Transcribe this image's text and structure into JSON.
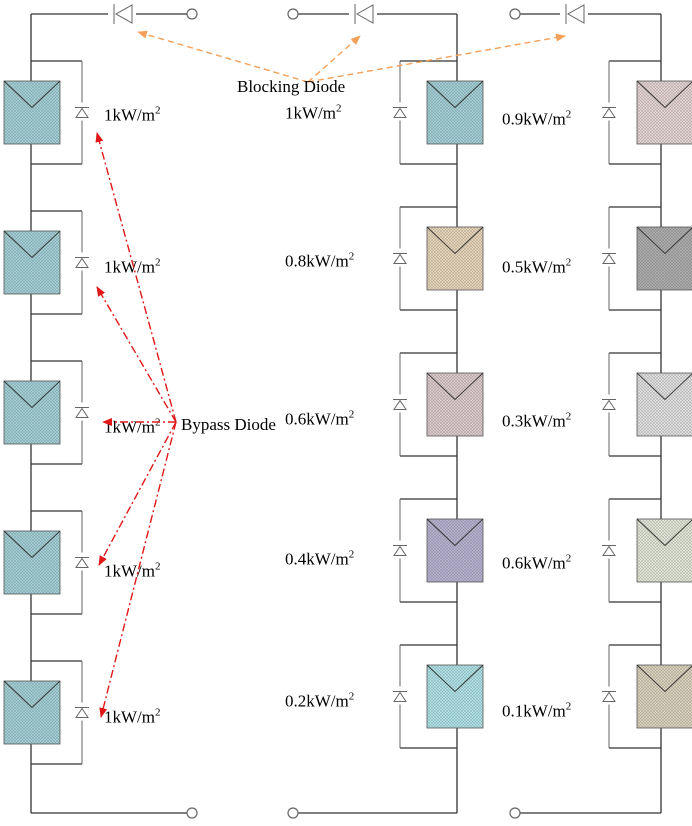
{
  "annotations": {
    "blocking_diode": "Blocking Diode",
    "bypass_diode": "Bypass Diode"
  },
  "strings": [
    {
      "panels": [
        {
          "irradiance": "1kW/m",
          "exp": "2",
          "color": "#8dcbd3"
        },
        {
          "irradiance": "1kW/m",
          "exp": "2",
          "color": "#8dcbd3"
        },
        {
          "irradiance": "1kW/m",
          "exp": "2",
          "color": "#8dcbd3"
        },
        {
          "irradiance": "1kW/m",
          "exp": "2",
          "color": "#8dcbd3"
        },
        {
          "irradiance": "1kW/m",
          "exp": "2",
          "color": "#8dcbd3"
        }
      ]
    },
    {
      "panels": [
        {
          "irradiance": "1kW/m",
          "exp": "2",
          "color": "#8dcbd3"
        },
        {
          "irradiance": "0.8kW/m",
          "exp": "2",
          "color": "#e9d2ac"
        },
        {
          "irradiance": "0.6kW/m",
          "exp": "2",
          "color": "#dbc3c6"
        },
        {
          "irradiance": "0.4kW/m",
          "exp": "2",
          "color": "#a8a3cb"
        },
        {
          "irradiance": "0.2kW/m",
          "exp": "2",
          "color": "#9ee4ea"
        }
      ]
    },
    {
      "panels": [
        {
          "irradiance": "0.9kW/m",
          "exp": "2",
          "color": "#e6cfcf"
        },
        {
          "irradiance": "0.5kW/m",
          "exp": "2",
          "color": "#9b9b9b"
        },
        {
          "irradiance": "0.3kW/m",
          "exp": "2",
          "color": "#e0e0e0"
        },
        {
          "irradiance": "0.6kW/m",
          "exp": "2",
          "color": "#e1e8d3"
        },
        {
          "irradiance": "0.1kW/m",
          "exp": "2",
          "color": "#d8ccb0"
        }
      ]
    }
  ]
}
